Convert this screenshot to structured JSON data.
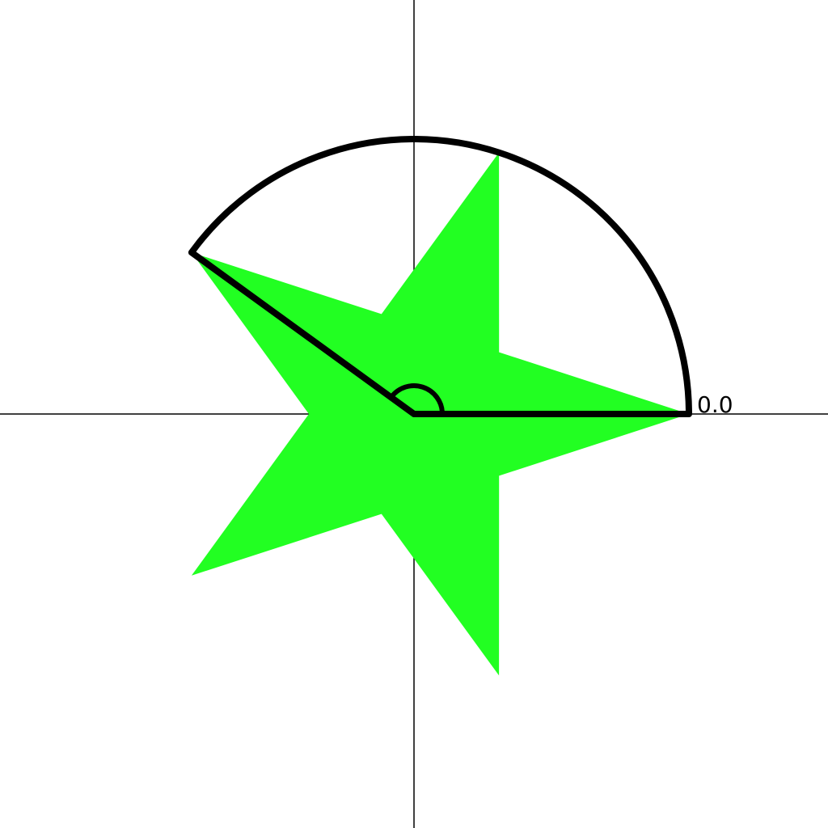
{
  "diagram": {
    "radius_label": "0.0",
    "star": {
      "points": 5,
      "rotation_deg": 0,
      "color": "#22ff22"
    },
    "sector": {
      "start_angle_deg": 0,
      "end_angle_deg": 144,
      "color": "#000000"
    },
    "axes_color": "#000000",
    "background_color": "#ffffff"
  }
}
